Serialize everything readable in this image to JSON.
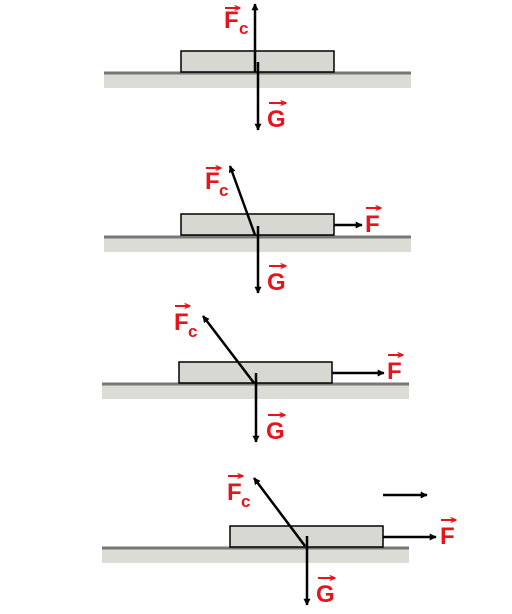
{
  "labels": {
    "friction_force": "F",
    "friction_subscript": "c",
    "gravity": "G",
    "applied_force": "F"
  },
  "colors": {
    "label": "#e8141c",
    "arrow": "#000000",
    "block_fill": "#d8d8d2",
    "ground_line": "#777777",
    "ground_fill": "#dcdcd6"
  },
  "panels": [
    {
      "name": "panel-1",
      "has_applied_force": false,
      "has_motion_arrow": false
    },
    {
      "name": "panel-2",
      "has_applied_force": true,
      "has_motion_arrow": false
    },
    {
      "name": "panel-3",
      "has_applied_force": true,
      "has_motion_arrow": false
    },
    {
      "name": "panel-4",
      "has_applied_force": true,
      "has_motion_arrow": true
    }
  ]
}
